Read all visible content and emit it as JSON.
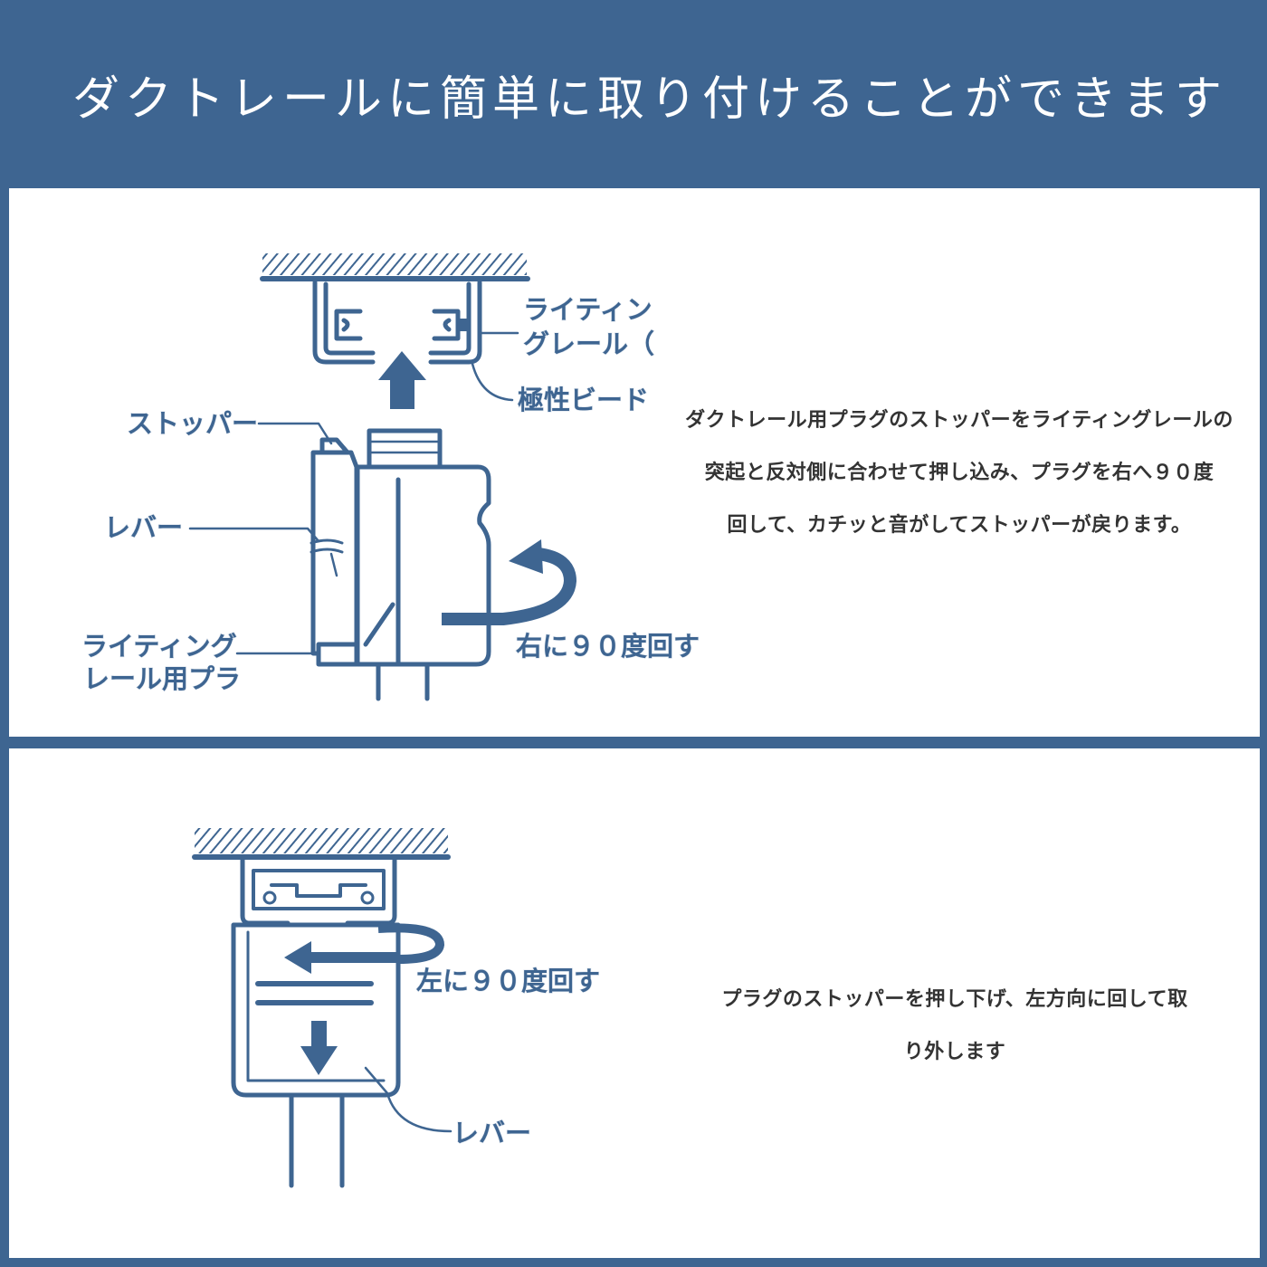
{
  "colors": {
    "accent": "#3e6591",
    "text": "#333333",
    "panel": "#ffffff"
  },
  "header": {
    "title": "ダクトレールに簡単に取り付けることができます"
  },
  "attach": {
    "labels": {
      "rail_1": "ライティン",
      "rail_2": "グレール（",
      "bead": "極性ビード",
      "stopper": "ストッパー",
      "lever": "レバー",
      "plug_1": "ライティング",
      "plug_2": "レール用プラ",
      "rotate": "右に９０度回す"
    },
    "description": [
      "ダクトレール用プラグのストッパーをライティングレールの",
      "突起と反対側に合わせて押し込み、プラグを右へ９０度",
      "回して、カチッと音がしてストッパーが戻ります。"
    ]
  },
  "remove": {
    "labels": {
      "rotate": "左に９０度回す",
      "lever": "レバー"
    },
    "description": [
      "プラグのストッパーを押し下げ、左方向に回して取",
      "り外します"
    ]
  },
  "icons": [
    "arrow-up-icon",
    "rotate-right-icon",
    "rotate-left-icon",
    "arrow-left-icon",
    "arrow-down-icon"
  ]
}
